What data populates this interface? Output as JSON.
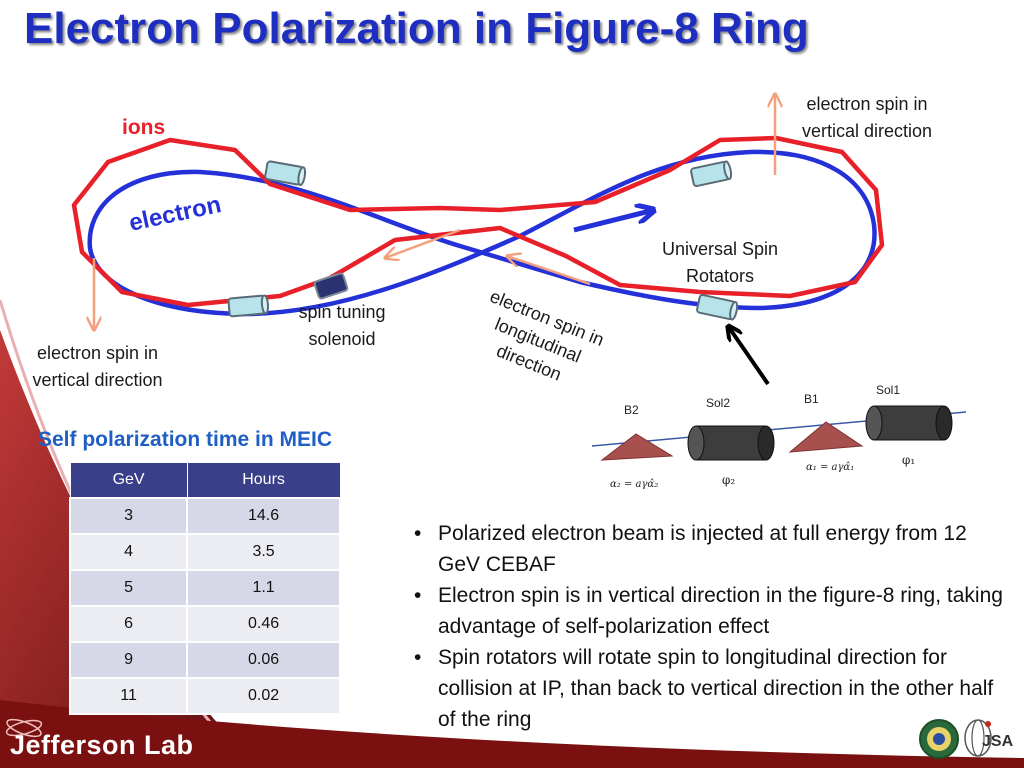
{
  "title": "Electron Polarization in Figure-8 Ring",
  "diagram": {
    "ions_label": "ions",
    "electron_label": "electron",
    "spin_vertical_top": [
      "electron spin in",
      "vertical direction"
    ],
    "spin_vertical_left": [
      "electron spin in",
      "vertical direction"
    ],
    "universal_rotators": [
      "Universal Spin",
      "Rotators"
    ],
    "spin_tuning": [
      "spin tuning",
      "solenoid"
    ],
    "spin_longitudinal": [
      "electron spin in",
      "longitudinal",
      "direction"
    ],
    "rotator_labels": {
      "b2": "B2",
      "sol2": "Sol2",
      "b1": "B1",
      "sol1": "Sol1",
      "alpha2": "α₂ = aγα̂₂",
      "phi2": "φ₂",
      "alpha1": "α₁ = aγα̂₁",
      "phi1": "φ₁"
    },
    "colors": {
      "ions": "#e8202a",
      "electron": "#2531d8",
      "spin_arrow": "#f4a07c",
      "title": "#1d2ec0"
    }
  },
  "table": {
    "title": "Self polarization time in MEIC",
    "headers": [
      "GeV",
      "Hours"
    ],
    "rows": [
      [
        "3",
        "14.6"
      ],
      [
        "4",
        "3.5"
      ],
      [
        "5",
        "1.1"
      ],
      [
        "6",
        "0.46"
      ],
      [
        "9",
        "0.06"
      ],
      [
        "11",
        "0.02"
      ]
    ]
  },
  "bullets": [
    "Polarized electron beam is injected at full energy from 12 GeV CEBAF",
    "Electron spin is in vertical direction in the figure-8 ring, taking advantage of self-polarization effect",
    "Spin rotators will rotate spin to longitudinal direction for collision at IP, than back to vertical direction in the other half of the ring"
  ],
  "footer": {
    "lab_name": "Jefferson Lab",
    "jsa_logo_text": "JSA"
  }
}
